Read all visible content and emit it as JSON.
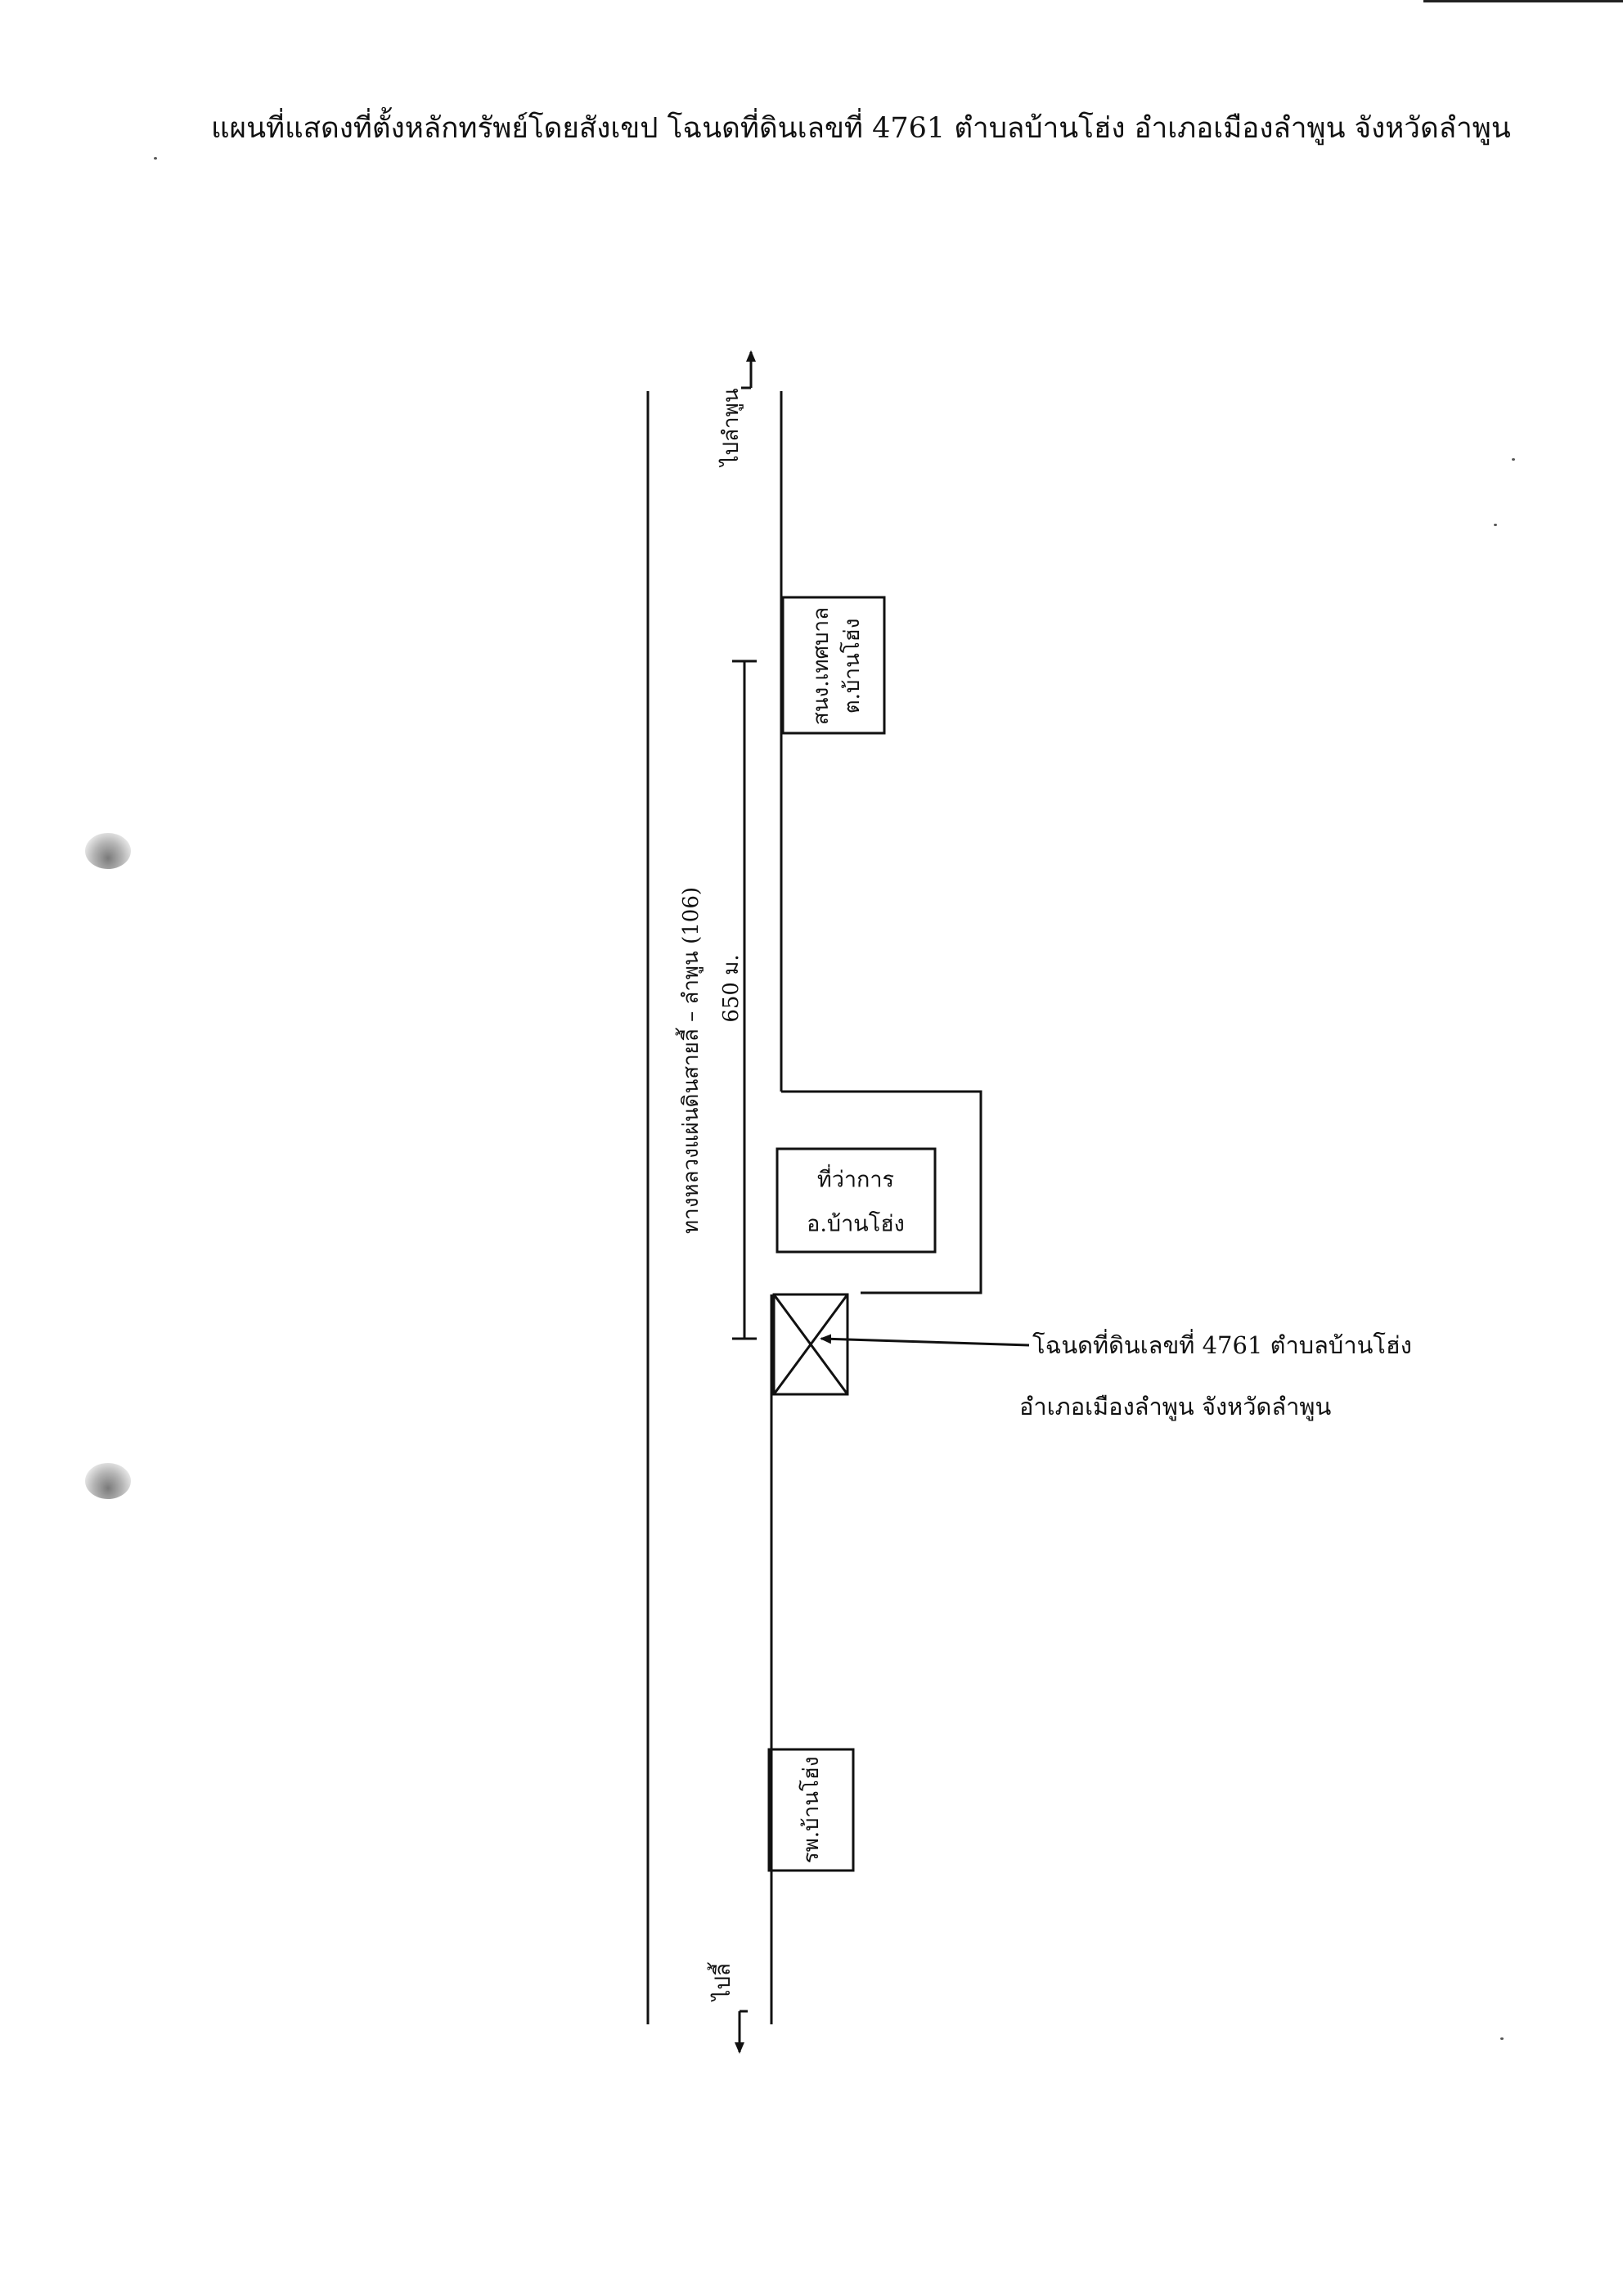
{
  "title": "แผนที่แสดงที่ตั้งหลักทรัพย์โดยสังเขป โฉนดที่ดินเลขที่ 4761 ตำบลบ้านโฮ่ง อำเภอเมืองลำพูน จังหวัดลำพูน",
  "road": {
    "name": "ทางหลวงแผ่นดินสายลี้ – ลำพูน (106)",
    "distance": "650 ม."
  },
  "directions": {
    "north": "ไปลำพูน",
    "south": "ไปลี้"
  },
  "places": {
    "municipal_office_line1": "สนง.เทศบาล",
    "municipal_office_line2": "ต.บ้านโฮ่ง",
    "district_office_line1": "ที่ว่าการ",
    "district_office_line2": "อ.บ้านโฮ่ง",
    "hospital": "รพ.บ้านโฮ่ง"
  },
  "plot_label": {
    "line1": "โฉนดที่ดินเลขที่ 4761 ตำบลบ้านโฮ่ง",
    "line2": "อำเภอเมืองลำพูน จังหวัดลำพูน"
  }
}
